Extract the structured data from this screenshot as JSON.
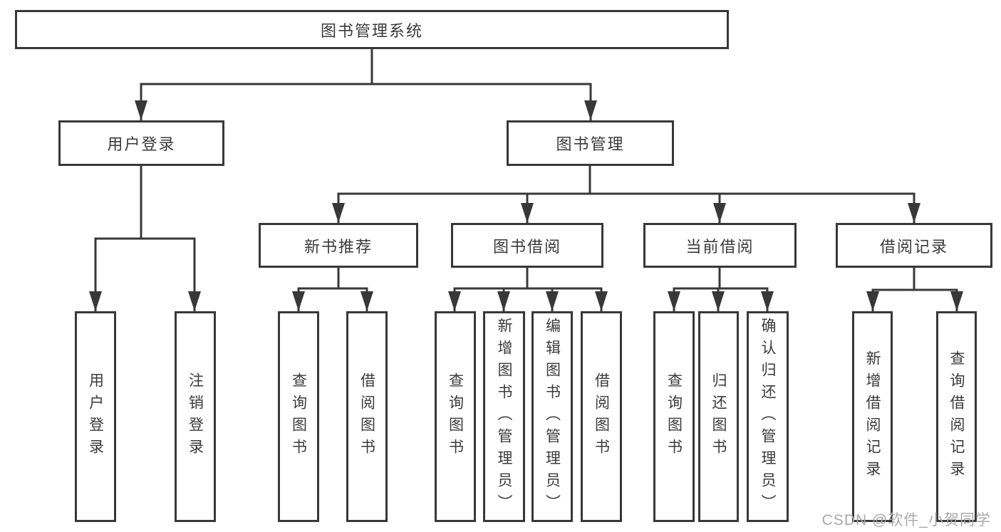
{
  "diagram": {
    "type": "hierarchy-tree",
    "root_label": "图书管理系统"
  },
  "colors": {
    "line": "#383838",
    "text": "#3a3a3a",
    "background": "#ffffff",
    "watermark": "#a9a9a9"
  },
  "nodes": {
    "root": {
      "label": "图书管理系统"
    },
    "user_login": {
      "label": "用户登录"
    },
    "book_management": {
      "label": "图书管理"
    },
    "new_book_recommend": {
      "label": "新书推荐"
    },
    "book_borrow": {
      "label": "图书借阅"
    },
    "current_borrow": {
      "label": "当前借阅"
    },
    "borrow_record": {
      "label": "借阅记录"
    },
    "leaf_user_login": {
      "label": "用户登录"
    },
    "leaf_logout": {
      "label": "注销登录"
    },
    "leaf_nbr_query": {
      "label": "查询图书"
    },
    "leaf_nbr_borrow": {
      "label": "借阅图书"
    },
    "leaf_bb_query": {
      "label": "查询图书"
    },
    "leaf_bb_add": {
      "label": "新增图书（管理员）"
    },
    "leaf_bb_edit": {
      "label": "编辑图书（管理员）"
    },
    "leaf_bb_borrow": {
      "label": "借阅图书"
    },
    "leaf_cb_query": {
      "label": "查询图书"
    },
    "leaf_cb_return": {
      "label": "归还图书"
    },
    "leaf_cb_confirm": {
      "label": "确认归还（管理员）"
    },
    "leaf_br_add": {
      "label": "新增借阅记录"
    },
    "leaf_br_query": {
      "label": "查询借阅记录"
    }
  },
  "hierarchy": {
    "图书管理系统": {
      "用户登录": [
        "用户登录",
        "注销登录"
      ],
      "图书管理": {
        "新书推荐": [
          "查询图书",
          "借阅图书"
        ],
        "图书借阅": [
          "查询图书",
          "新增图书（管理员）",
          "编辑图书（管理员）",
          "借阅图书"
        ],
        "当前借阅": [
          "查询图书",
          "归还图书",
          "确认归还（管理员）"
        ],
        "借阅记录": [
          "新增借阅记录",
          "查询借阅记录"
        ]
      }
    }
  },
  "watermark": {
    "text": "CSDN @软件_小贺同学"
  }
}
